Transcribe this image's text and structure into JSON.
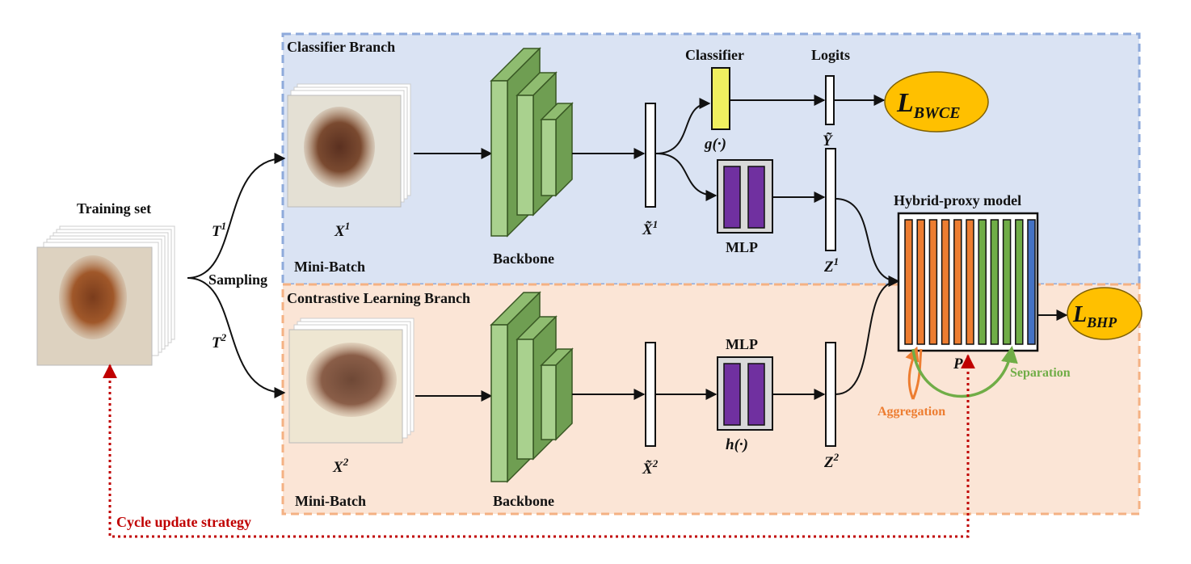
{
  "branches": {
    "classifier_title": "Classifier Branch",
    "contrastive_title": "Contrastive Learning Branch"
  },
  "labels": {
    "training_set": "Training set",
    "sampling": "Sampling",
    "t1": "T",
    "t1_sup": "1",
    "t2": "T",
    "t2_sup": "2",
    "x1": "X",
    "x1_sup": "1",
    "x2": "X",
    "x2_sup": "2",
    "mini_batch_top": "Mini-Batch",
    "mini_batch_bottom": "Mini-Batch",
    "backbone_top": "Backbone",
    "backbone_bottom": "Backbone",
    "xt1": "X̃",
    "xt1_sup": "1",
    "xt2": "X̃",
    "xt2_sup": "2",
    "classifier": "Classifier",
    "g_func": "g(·)",
    "logits": "Logits",
    "y_tilde": "Ỹ",
    "mlp_top": "MLP",
    "mlp_bottom": "MLP",
    "h_func": "h(·)",
    "z1": "Z",
    "z1_sup": "1",
    "z2": "Z",
    "z2_sup": "2",
    "hybrid_proxy": "Hybrid-proxy model",
    "p": "P",
    "aggregation": "Aggregation",
    "separation": "Separation",
    "cycle_update": "Cycle update strategy",
    "loss_bwce_main": "L",
    "loss_bwce_sub": "BWCE",
    "loss_bhp_main": "L",
    "loss_bhp_sub": "BHP"
  },
  "colors": {
    "classifier_bg": "#dae3f3",
    "classifier_border": "#8eaadb",
    "contrastive_bg": "#fbe5d6",
    "contrastive_border": "#f4b183",
    "backbone_fill": "#a9d18e",
    "backbone_stroke": "#385723",
    "classifier_head": "#f0f060",
    "mlp_block": "#7030a0",
    "mlp_box": "#d9d9d9",
    "loss_fill": "#ffc000",
    "proxy_orange": "#ed7d31",
    "proxy_green": "#70ad47",
    "proxy_blue": "#4472c4",
    "cycle_red": "#c00000",
    "aggregation_text": "#ed7d31",
    "separation_text": "#70ad47"
  },
  "proxies": [
    "orange",
    "orange",
    "orange",
    "orange",
    "orange",
    "orange",
    "green",
    "green",
    "green",
    "green",
    "blue"
  ]
}
